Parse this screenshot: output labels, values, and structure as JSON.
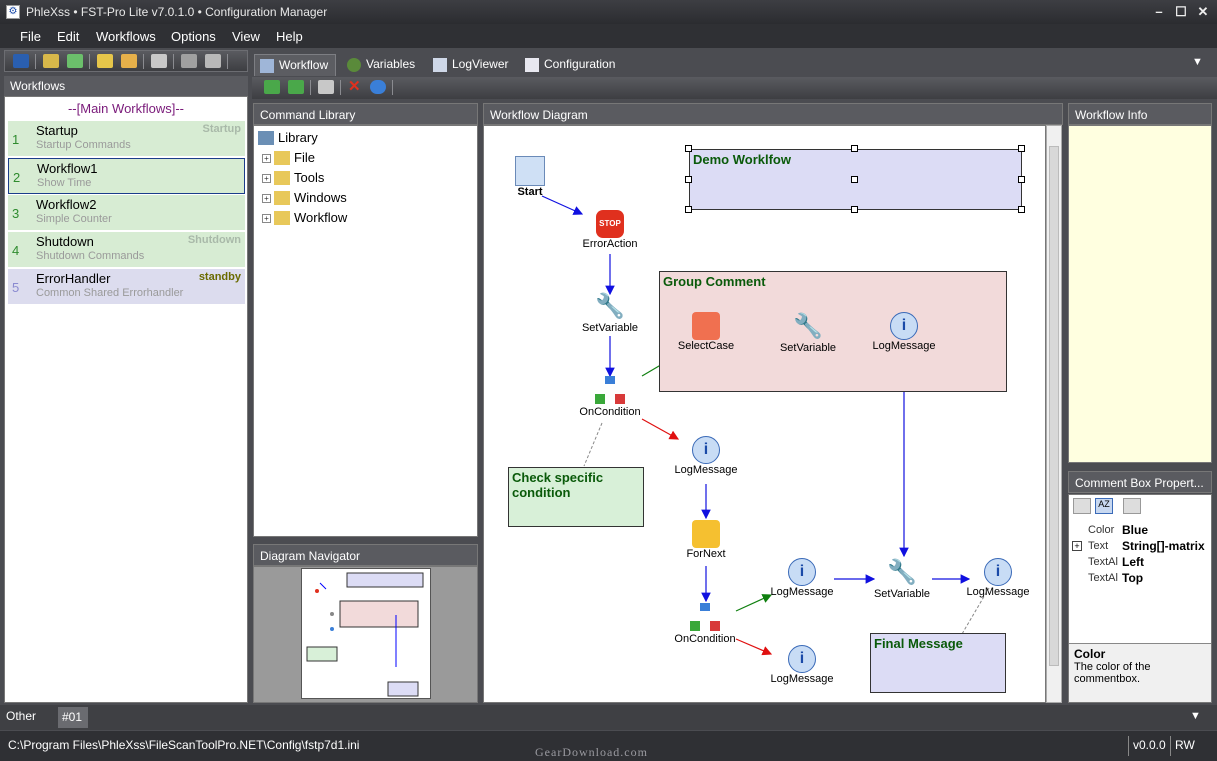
{
  "window": {
    "title": "PhleXss • FST-Pro Lite v7.0.1.0 • Configuration Manager",
    "controls": [
      "–",
      "☐",
      "✕"
    ]
  },
  "menu": [
    "File",
    "Edit",
    "Workflows",
    "Options",
    "View",
    "Help"
  ],
  "tabs": [
    {
      "label": "Workflow",
      "icon": "workflow-icon",
      "active": true
    },
    {
      "label": "Variables",
      "icon": "variables-icon",
      "active": false
    },
    {
      "label": "LogViewer",
      "icon": "logviewer-icon",
      "active": false
    },
    {
      "label": "Configuration",
      "icon": "configuration-icon",
      "active": false
    }
  ],
  "workflows_panel": {
    "header": "Workflows",
    "section": "--[Main Workflows]--",
    "items": [
      {
        "num": "1",
        "name": "Startup",
        "desc": "Startup Commands",
        "tag": "Startup"
      },
      {
        "num": "2",
        "name": "Workflow1",
        "desc": "Show Time",
        "tag": ""
      },
      {
        "num": "3",
        "name": "Workflow2",
        "desc": "Simple Counter",
        "tag": ""
      },
      {
        "num": "4",
        "name": "Shutdown",
        "desc": "Shutdown Commands",
        "tag": "Shutdown"
      },
      {
        "num": "5",
        "name": "ErrorHandler",
        "desc": "Common Shared Errorhandler",
        "tag": "standby"
      }
    ]
  },
  "command_library": {
    "header": "Command Library",
    "root": "Library",
    "children": [
      "File",
      "Tools",
      "Windows",
      "Workflow"
    ]
  },
  "navigator": {
    "header": "Diagram Navigator"
  },
  "diagram": {
    "header": "Workflow Diagram",
    "nodes": {
      "start": "Start",
      "error_action": "ErrorAction",
      "set_variable_1": "SetVariable",
      "select_case": "SelectCase",
      "set_variable_2": "SetVariable",
      "log_message_1": "LogMessage",
      "on_condition_1": "OnCondition",
      "log_message_2": "LogMessage",
      "for_next": "ForNext",
      "on_condition_2": "OnCondition",
      "log_message_3": "LogMessage",
      "set_variable_3": "SetVariable",
      "log_message_4": "LogMessage",
      "log_message_5": "LogMessage"
    },
    "comments": {
      "demo": "Demo Worklfow",
      "group": "Group Comment",
      "check": "Check specific condition",
      "final": "Final Message"
    },
    "stop_sign": "STOP"
  },
  "workflow_info": {
    "header": "Workflow Info"
  },
  "properties": {
    "header": "Comment Box Propert...",
    "rows": [
      {
        "name": "Color",
        "value": "Blue",
        "expand": ""
      },
      {
        "name": "Text",
        "value": "String[]-matrix",
        "expand": "+"
      },
      {
        "name": "TextAl",
        "value": "Left",
        "expand": ""
      },
      {
        "name": "TextAl",
        "value": "Top",
        "expand": ""
      }
    ],
    "help_title": "Color",
    "help_text": "The color of the commentbox."
  },
  "bottom_tabs": [
    "Other",
    "#01"
  ],
  "status": {
    "path": "C:\\Program Files\\PhleXss\\FileScanToolPro.NET\\Config\\fstp7d1.ini",
    "watermark": "GearDownload.com",
    "version": "v0.0.0",
    "mode": "RW"
  },
  "colors": {
    "chrome": "#4b4c51",
    "workflow_green": "#d7ecd3",
    "error_violet": "#dcdcee",
    "comment_blue": "#dcdcf5",
    "comment_red": "#f2dada",
    "comment_green": "#d8f0d8",
    "info_yellow": "#ffffe0"
  }
}
